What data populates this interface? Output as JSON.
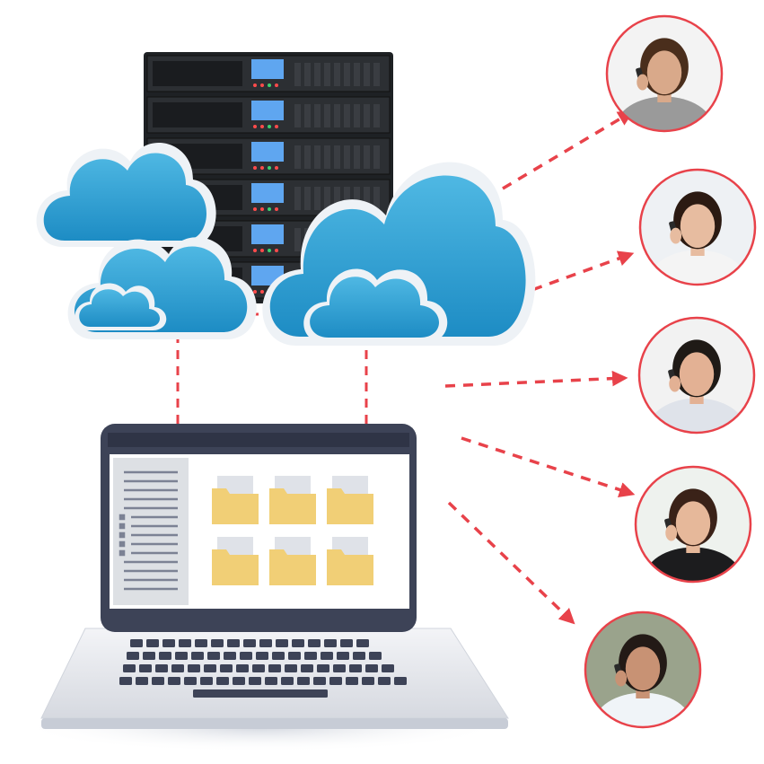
{
  "colors": {
    "arrow": "#e8424a",
    "cloud": "#2f9fd2",
    "cloud_shadow": "#dfe6ee",
    "server": "#2c2f33",
    "screen_frame": "#3d4357",
    "folder": "#f1cf76",
    "avatar_ring": "#e8424a"
  },
  "icons": {
    "server": "server-rack-icon",
    "cloud": "cloud-icon",
    "laptop": "laptop-icon",
    "folder": "folder-icon",
    "person": "person-on-phone-icon"
  },
  "contacts": [
    {
      "name": "contact-1",
      "skin": "#d9a98a",
      "hair": "#4a2e1c",
      "shirt": "#9a9a9a",
      "bg": "#f3f3f3"
    },
    {
      "name": "contact-2",
      "skin": "#e7bca0",
      "hair": "#2b1a12",
      "shirt": "#f4f4f4",
      "bg": "#eef1f4"
    },
    {
      "name": "contact-3",
      "skin": "#e3b194",
      "hair": "#1f1a16",
      "shirt": "#dfe3ea",
      "bg": "#f2f2f2"
    },
    {
      "name": "contact-4",
      "skin": "#e6b89a",
      "hair": "#3a2218",
      "shirt": "#1c1c1e",
      "bg": "#eef2ee"
    },
    {
      "name": "contact-5",
      "skin": "#c89274",
      "hair": "#231a16",
      "shirt": "#f0f4f8",
      "bg": "#9aa38c"
    }
  ],
  "folders_count": 6
}
